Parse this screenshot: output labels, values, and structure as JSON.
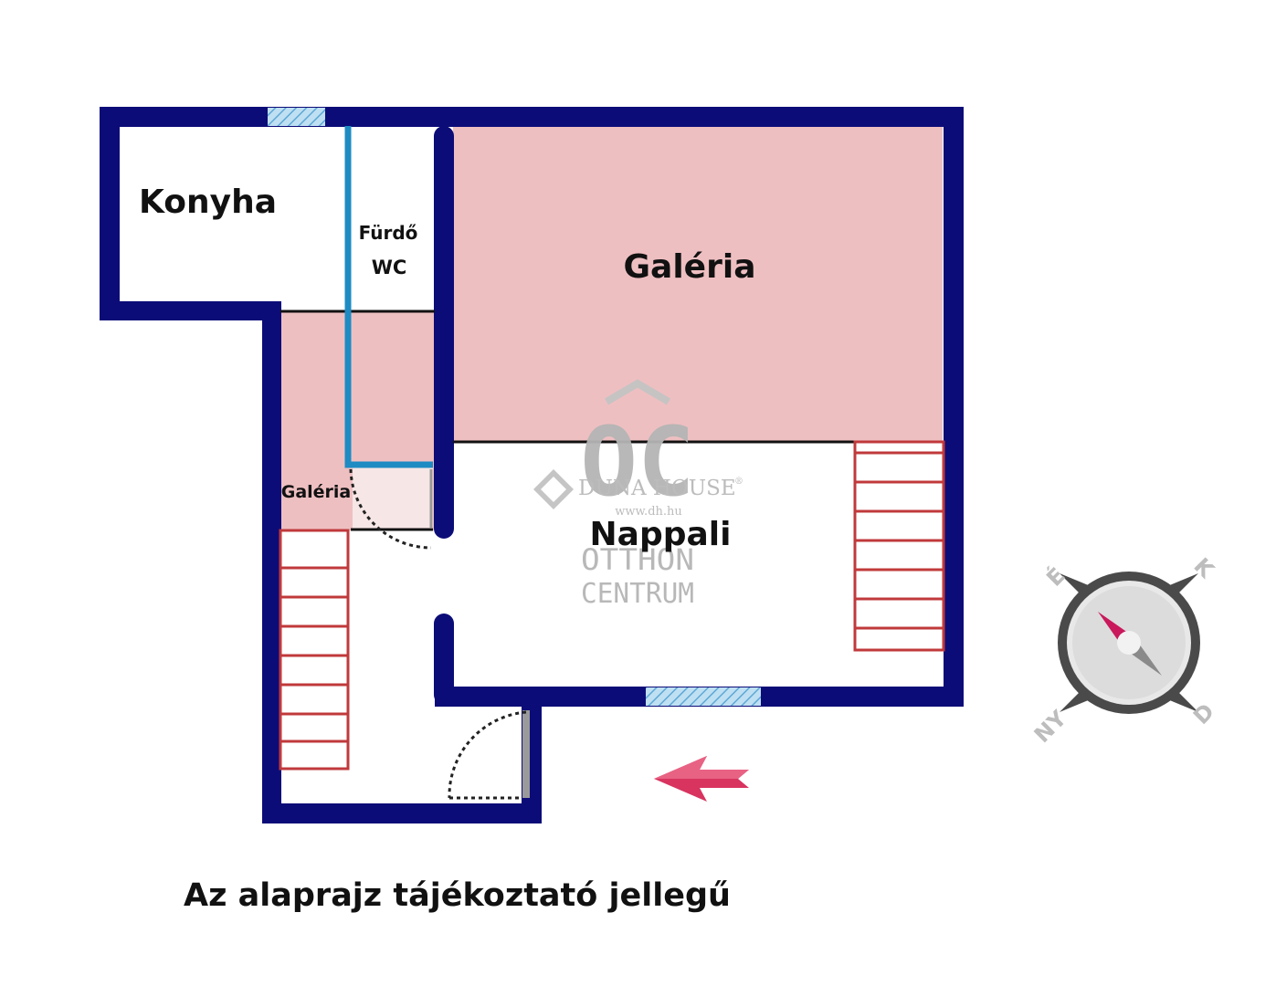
{
  "rooms": {
    "konyha": "Konyha",
    "furdo": "Fürdő",
    "wc": "WC",
    "galeria_main": "Galéria",
    "galeria_small": "Galéria",
    "nappali": "Nappali"
  },
  "watermark": {
    "logo_letters": "OC",
    "brand": "DUNA HOUSE",
    "registered": "®",
    "url": "www.dh.hu",
    "line1": "OTTHON",
    "line2": "CENTRUM"
  },
  "compass": {
    "north": "É",
    "east": "K",
    "south": "D",
    "west": "NY"
  },
  "caption": "Az alaprajz tájékoztató jellegű",
  "colors": {
    "wall": "#0c0c78",
    "gallery_fill": "#eebfc1",
    "stairs": "#c0393b",
    "plumbing": "#1e8bc3",
    "window": "#9ccbe6",
    "entrance_arrow": "#d8345f"
  }
}
